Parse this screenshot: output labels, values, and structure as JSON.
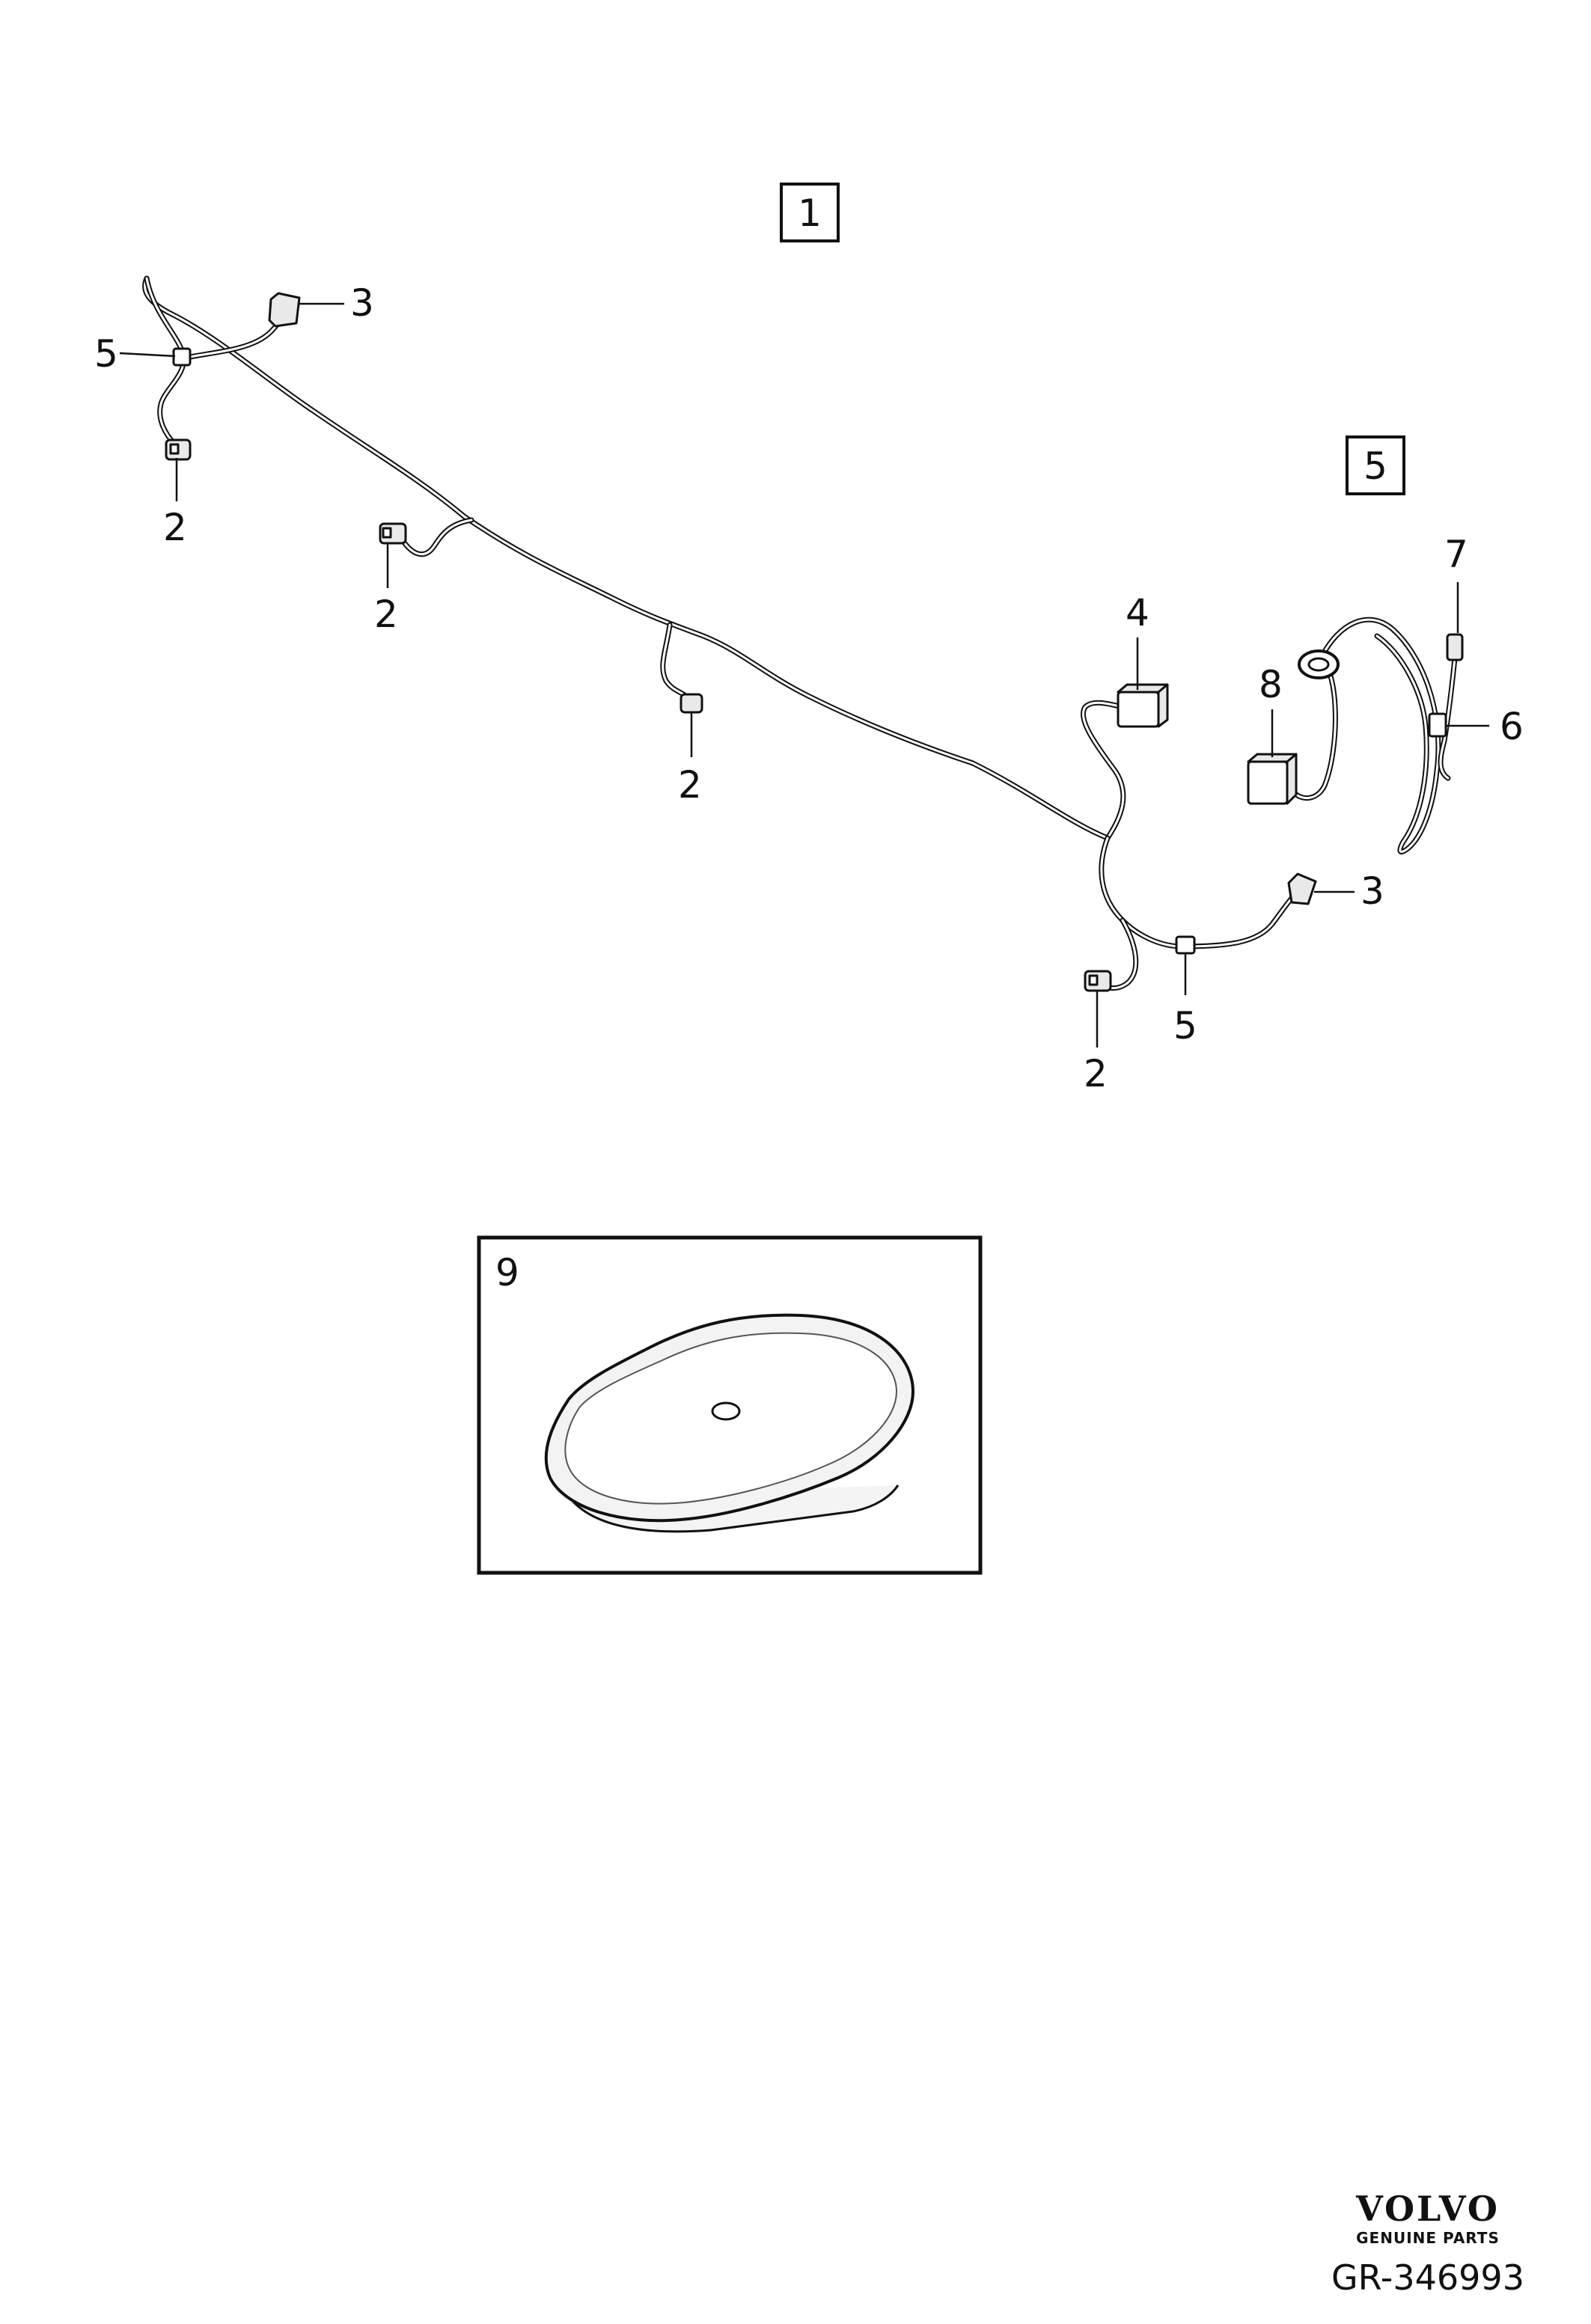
{
  "assembly_labels": {
    "harness_main": "1",
    "harness_secondary": "5"
  },
  "callouts": {
    "sensor_a": "2",
    "sensor_b": "2",
    "sensor_c": "2",
    "sensor_d": "2",
    "connector_left": "3",
    "connector_right": "3",
    "relay": "4",
    "clip_left": "5",
    "clip_right": "5",
    "connector_6": "6",
    "connector_7": "7",
    "module_8": "8",
    "cover_9": "9"
  },
  "brand": {
    "name": "VOLVO",
    "tagline": "GENUINE PARTS"
  },
  "reference": "GR-346993",
  "colors": {
    "line": "#111111",
    "background": "#ffffff",
    "part_fill": "#e9e9e9"
  }
}
